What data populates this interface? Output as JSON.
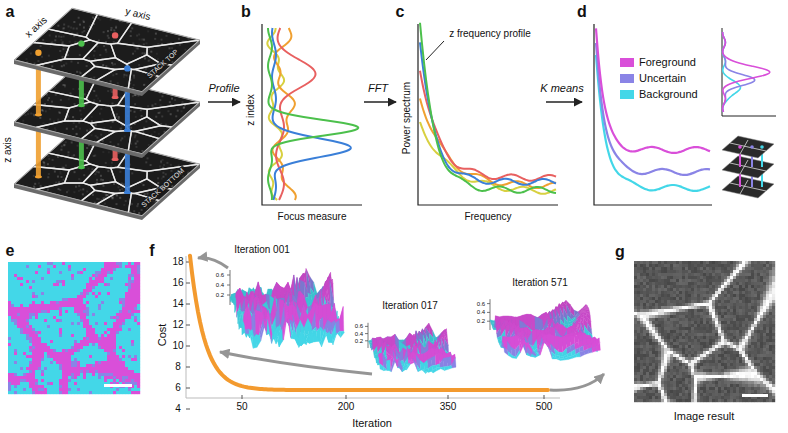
{
  "diagram": {
    "labels": [
      "a",
      "x axis",
      "y axis",
      "z axis",
      "STACK TOP",
      "STACK BOTTOM",
      "Profile",
      "b",
      "z index",
      "Focus measure",
      "FFT",
      "c",
      "z frequency profile",
      "Power spectrum",
      "Frequency",
      "K means",
      "d",
      "e",
      "f",
      "Iteration 001",
      "0.6",
      "0.4",
      "0.2",
      "Iteration 017",
      "0.6",
      "0.4",
      "0.2",
      "Iteration 571",
      "0.6",
      "0.4",
      "0.2",
      "18",
      "16",
      "14",
      "12",
      "10",
      "8",
      "6",
      "4",
      "Cost",
      "50",
      "200",
      "350",
      "500",
      "Iteration",
      "g",
      "Image result"
    ],
    "legend": [
      {
        "text": "Foreground",
        "color": "#d94fd9"
      },
      {
        "text": "Uncertain",
        "color": "#8a84e6"
      },
      {
        "text": "Background",
        "color": "#43d7e8"
      }
    ]
  }
}
